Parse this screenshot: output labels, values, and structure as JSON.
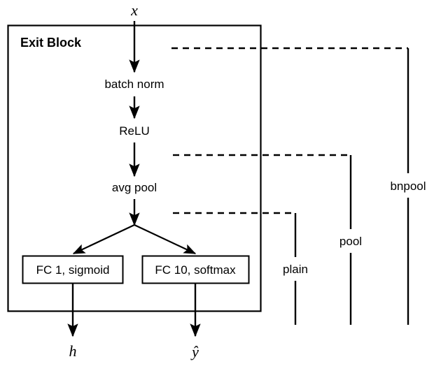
{
  "diagram": {
    "title": "Exit Block",
    "input_label": "x",
    "flow_nodes": [
      {
        "id": "batch-norm",
        "label": "batch norm"
      },
      {
        "id": "relu",
        "label": "ReLU"
      },
      {
        "id": "avg-pool",
        "label": "avg pool"
      }
    ],
    "fc_boxes": [
      {
        "id": "fc-1-sigmoid",
        "label": "FC 1, sigmoid"
      },
      {
        "id": "fc-10-softmax",
        "label": "FC 10, softmax"
      }
    ],
    "outputs": [
      {
        "id": "output-h",
        "label": "h"
      },
      {
        "id": "output-yhat",
        "label": "ŷ"
      }
    ],
    "variant_brackets": [
      {
        "id": "plain",
        "label": "plain",
        "tap_after": "avg pool"
      },
      {
        "id": "pool",
        "label": "pool",
        "tap_after": "ReLU"
      },
      {
        "id": "bnpool",
        "label": "bnpool",
        "tap_after": "x"
      }
    ],
    "colors": {
      "stroke": "#000000",
      "background": "#ffffff",
      "text": "#000000"
    }
  }
}
